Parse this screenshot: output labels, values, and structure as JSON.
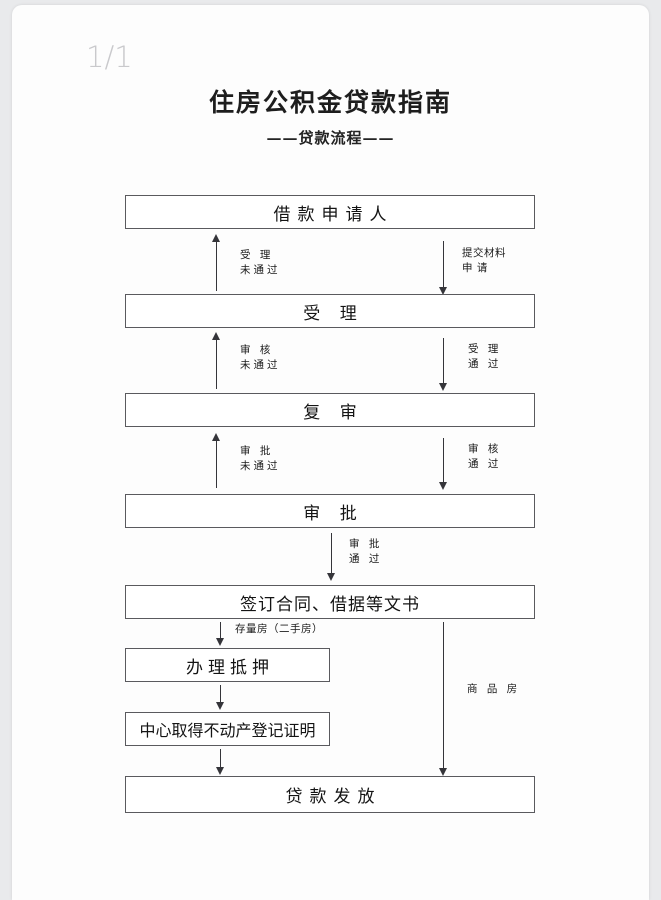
{
  "page": {
    "page_number": "1/1",
    "title": "住房公积金贷款指南",
    "subtitle": "——贷款流程——"
  },
  "chart_data": {
    "type": "diagram",
    "title": "住房公积金贷款指南",
    "subtitle": "——贷款流程——",
    "nodes": [
      {
        "id": "applicant",
        "label": "借款申请人",
        "width": "wide"
      },
      {
        "id": "accept",
        "label": "受  理",
        "width": "wide"
      },
      {
        "id": "review",
        "label": "复  审",
        "width": "wide"
      },
      {
        "id": "approve",
        "label": "审  批",
        "width": "wide"
      },
      {
        "id": "contract",
        "label": "签订合同、借据等文书",
        "width": "wide"
      },
      {
        "id": "mortgage",
        "label": "办理抵押",
        "width": "narrow"
      },
      {
        "id": "certificate",
        "label": "中心取得不动产登记证明",
        "width": "narrow"
      },
      {
        "id": "disburse",
        "label": "贷款发放",
        "width": "wide"
      }
    ],
    "edges": [
      {
        "from": "accept",
        "to": "applicant",
        "direction": "up",
        "label_line1": "受  理",
        "label_line2": "未通过"
      },
      {
        "from": "applicant",
        "to": "accept",
        "direction": "down",
        "label_line1": "提交材料",
        "label_line2": "申   请"
      },
      {
        "from": "review",
        "to": "accept",
        "direction": "up",
        "label_line1": "审  核",
        "label_line2": "未通过"
      },
      {
        "from": "accept",
        "to": "review",
        "direction": "down",
        "label_line1": "受  理",
        "label_line2": "通  过"
      },
      {
        "from": "approve",
        "to": "review",
        "direction": "up",
        "label_line1": "审  批",
        "label_line2": "未通过"
      },
      {
        "from": "review",
        "to": "approve",
        "direction": "down",
        "label_line1": "审  核",
        "label_line2": "通  过"
      },
      {
        "from": "approve",
        "to": "contract",
        "direction": "down",
        "label_line1": "审  批",
        "label_line2": "通  过"
      },
      {
        "from": "contract",
        "to": "mortgage",
        "direction": "down",
        "label_line1": "存量房（二手房）",
        "label_line2": ""
      },
      {
        "from": "mortgage",
        "to": "certificate",
        "direction": "down",
        "label_line1": "",
        "label_line2": ""
      },
      {
        "from": "certificate",
        "to": "disburse",
        "direction": "down",
        "label_line1": "",
        "label_line2": ""
      },
      {
        "from": "contract",
        "to": "disburse",
        "direction": "down",
        "label_line1": "商 品 房",
        "label_line2": ""
      }
    ]
  },
  "labels": {
    "edge1_up_l1": "受  理",
    "edge1_up_l2": "未通过",
    "edge1_dn_l1": "提交材料",
    "edge1_dn_l2": "申   请",
    "edge2_up_l1": "审  核",
    "edge2_up_l2": "未通过",
    "edge2_dn_l1": "受  理",
    "edge2_dn_l2": "通  过",
    "edge3_up_l1": "审  批",
    "edge3_up_l2": "未通过",
    "edge3_dn_l1": "审  核",
    "edge3_dn_l2": "通  过",
    "edge4_dn_l1": "审  批",
    "edge4_dn_l2": "通  过",
    "existing_house": "存量房（二手房）",
    "commodity_house": "商 品 房"
  },
  "nodes": {
    "applicant": "借款申请人",
    "accept": "受  理",
    "review": "复  审",
    "approve": "审  批",
    "contract": "签订合同、借据等文书",
    "mortgage": "办理抵押",
    "certificate": "中心取得不动产登记证明",
    "disburse": "贷款发放"
  },
  "colors": {
    "page_background": "#e9eaec",
    "paper": "#fdfdfd",
    "ink": "#141414",
    "box_border": "#5a5a5e",
    "watermark": "#c9c9cc"
  }
}
